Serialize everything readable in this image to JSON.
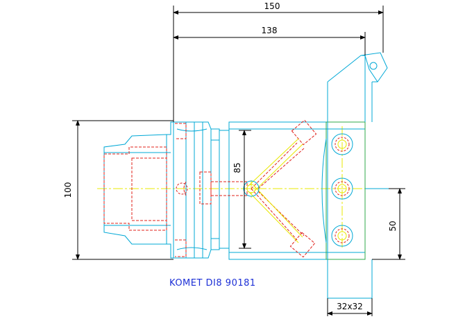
{
  "drawing": {
    "caption": "KOMET DI8 90181",
    "dimensions": {
      "overall_length": "150",
      "length_to_center": "138",
      "body_height": "100",
      "bore_spacing": "85",
      "tool_offset": "50",
      "shank_section": "32x32"
    }
  },
  "colors": {
    "outline": "#00a8d6",
    "hidden": "#e0201a",
    "centerline": "#e8e800",
    "dimension": "#000000",
    "caption": "#1c2fd6",
    "body_face": "#2ea84a"
  }
}
